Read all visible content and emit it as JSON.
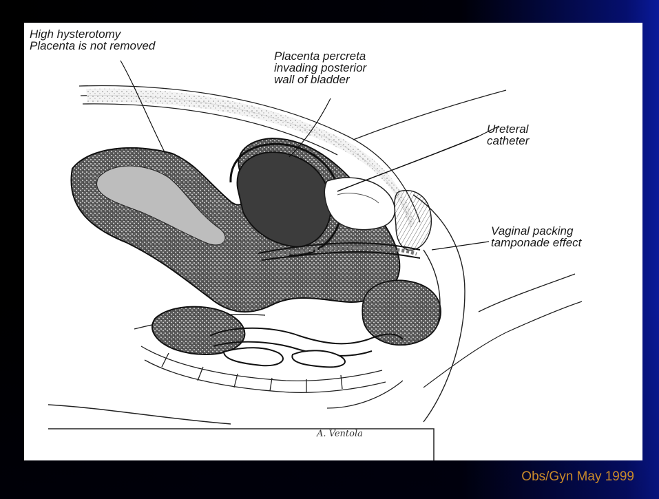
{
  "labels": {
    "hysterotomy": "High hysterotomy\nPlacenta is not removed",
    "percreta": "Placenta percreta\ninvading posterior\nwall of bladder",
    "ureteral": "Ureteral\ncatheter",
    "vaginal": "Vaginal packing\ntamponade effect"
  },
  "signature": "A. Ventola",
  "caption": "Obs/Gyn May 1999",
  "colors": {
    "background": "#000000",
    "accent_right": "#0a1a9a",
    "caption": "#c98a2a",
    "panel": "#ffffff",
    "ink": "#1a1a1a"
  }
}
